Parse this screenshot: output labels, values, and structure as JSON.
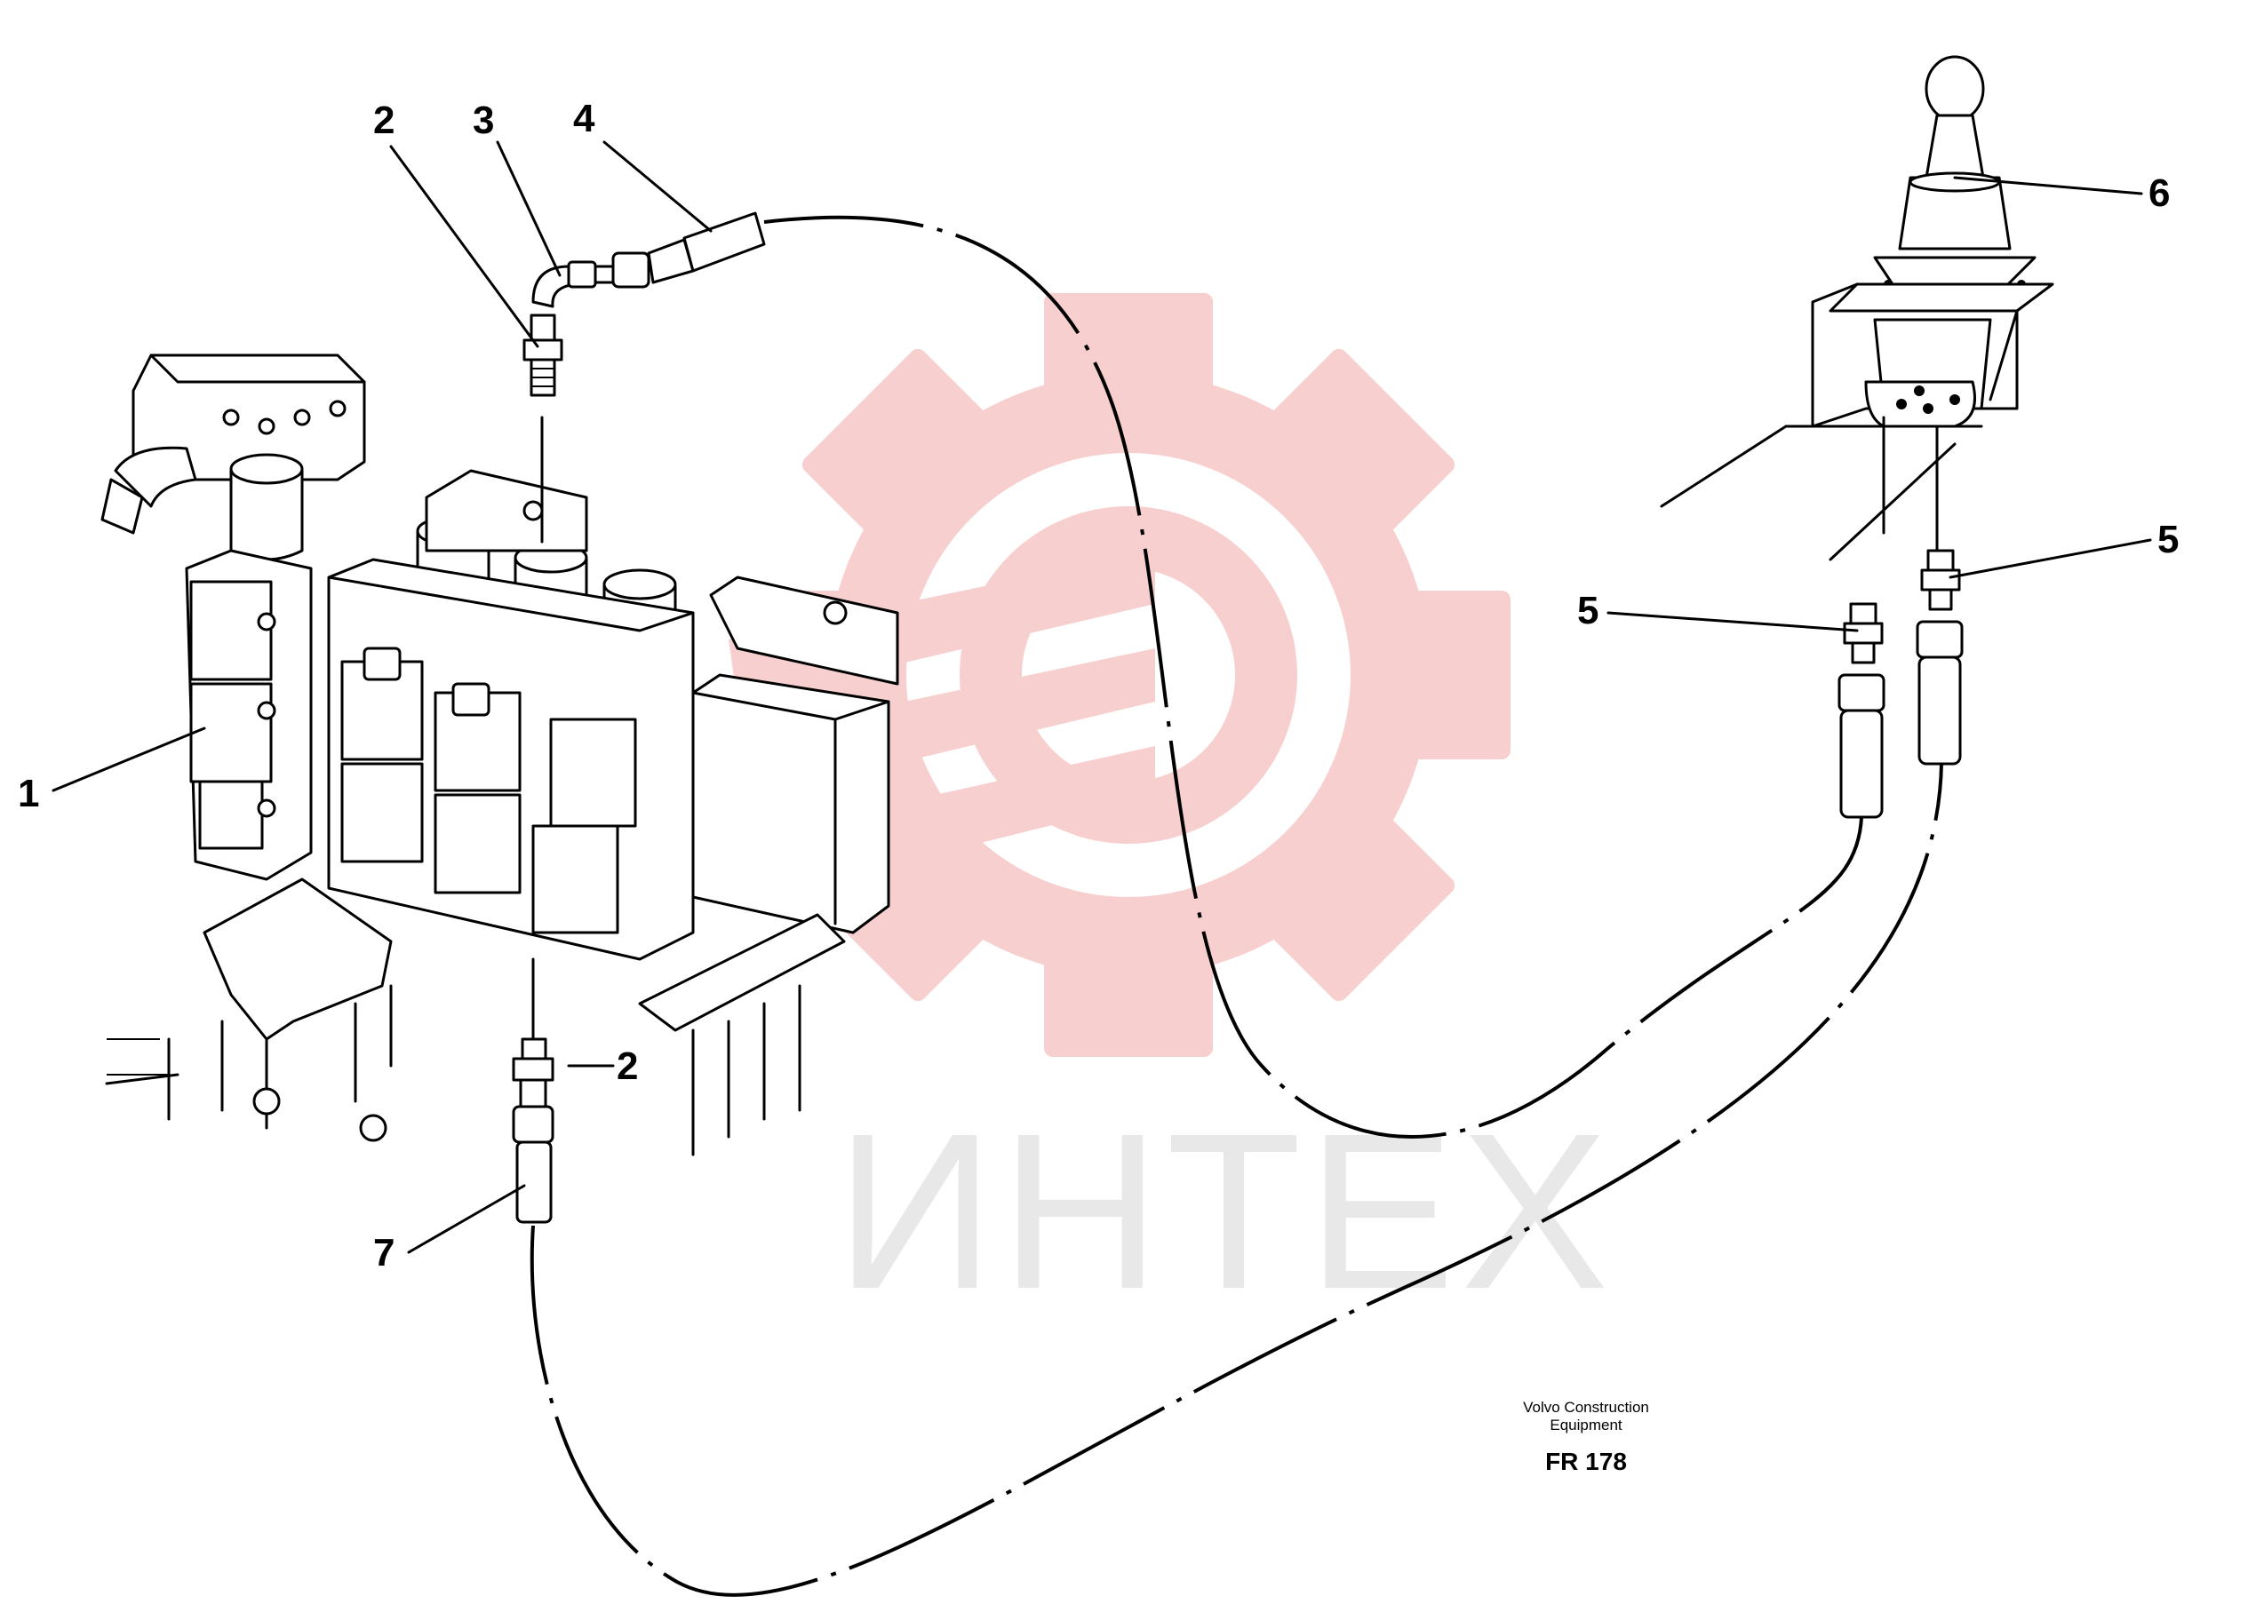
{
  "diagram": {
    "callouts": [
      {
        "id": "1",
        "label": "1"
      },
      {
        "id": "2a",
        "label": "2"
      },
      {
        "id": "2b",
        "label": "2"
      },
      {
        "id": "3",
        "label": "3"
      },
      {
        "id": "4",
        "label": "4"
      },
      {
        "id": "5a",
        "label": "5"
      },
      {
        "id": "5b",
        "label": "5"
      },
      {
        "id": "6",
        "label": "6"
      },
      {
        "id": "7",
        "label": "7"
      }
    ],
    "watermark": {
      "text": "ИНТЕХ",
      "logo_icon": "gear-wrench-icon",
      "color": "#f7c6c6"
    },
    "footer": {
      "company_line1": "Volvo Construction",
      "company_line2": "Equipment",
      "figure_code": "FR 178"
    }
  }
}
